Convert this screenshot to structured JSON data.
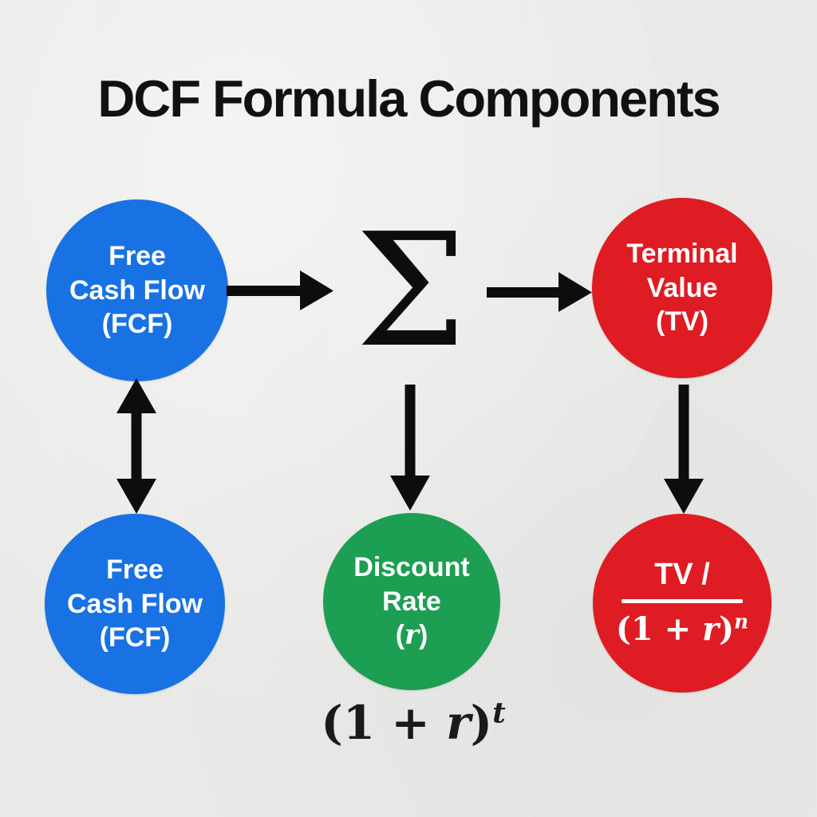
{
  "title": "DCF Formula Components",
  "colors": {
    "background": "#eaeae8",
    "blue": "#1872e3",
    "red": "#df1c23",
    "green": "#1c9e53",
    "arrow": "#0d0d0d",
    "text_light": "#ffffff",
    "title_color": "#111111"
  },
  "nodes": {
    "fcf_top": {
      "lines": [
        "Free",
        "Cash Flow",
        "(FCF)"
      ],
      "color": "blue"
    },
    "sum": {
      "symbol": "Σ"
    },
    "tv_top": {
      "lines": [
        "Terminal",
        "Value",
        "(TV)"
      ],
      "color": "red"
    },
    "fcf_bottom": {
      "lines": [
        "Free",
        "Cash Flow",
        "(FCF)"
      ],
      "color": "blue"
    },
    "discount": {
      "lines": [
        "Discount",
        "Rate"
      ],
      "var_open": "(",
      "var": "r",
      "var_close": ")",
      "color": "green"
    },
    "tv_discounted": {
      "numerator": "TV /",
      "den_open": "(1 + ",
      "den_var": "r",
      "den_close": ")",
      "den_sup": "n",
      "color": "red"
    }
  },
  "formula": {
    "open": "(1 + ",
    "var": "r",
    "close": ")",
    "sup": "t"
  }
}
